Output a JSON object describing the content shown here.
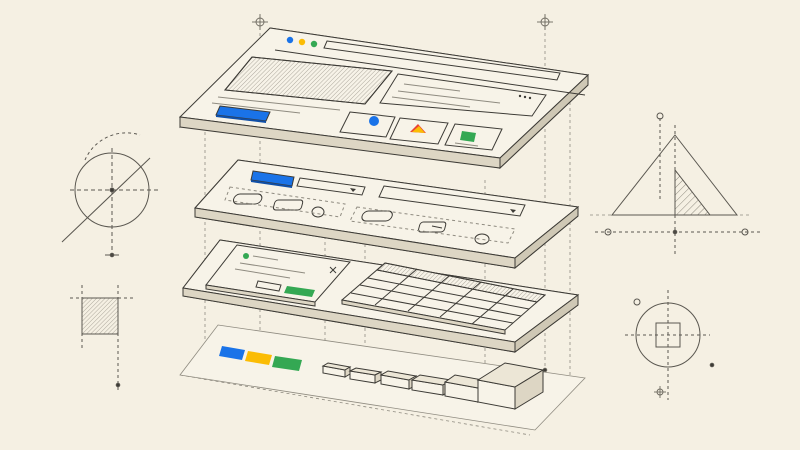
{
  "colors": {
    "background": "#f5f0e3",
    "paper": "#f7f3e8",
    "ink": "#3d3b36",
    "guide": "#8f8b80",
    "blue": "#1a73e8",
    "red": "#ea4335",
    "yellow": "#fbbc04",
    "green": "#34a853"
  },
  "layers": [
    {
      "name": "browser-window",
      "content": [
        "traffic-dots",
        "address-bar",
        "hero-image",
        "primary-button",
        "card-panel",
        "circle-card",
        "triangle-card",
        "square-card"
      ]
    },
    {
      "name": "form-controls",
      "content": [
        "blue-chip",
        "dropdown",
        "search-field",
        "pill-buttons",
        "toggle-circles"
      ]
    },
    {
      "name": "dialog-and-table",
      "content": [
        "dialog",
        "data-table"
      ]
    },
    {
      "name": "swatches-and-scale",
      "content": [
        "color-swatches",
        "size-scale"
      ]
    }
  ],
  "swatches": [
    "blue",
    "yellow",
    "green"
  ],
  "scale_steps": 6,
  "table": {
    "rows": 5,
    "cols": 5
  },
  "construction_drawings": [
    "circle-construction",
    "hatched-square",
    "triangle-construction",
    "circle-square-construction"
  ]
}
